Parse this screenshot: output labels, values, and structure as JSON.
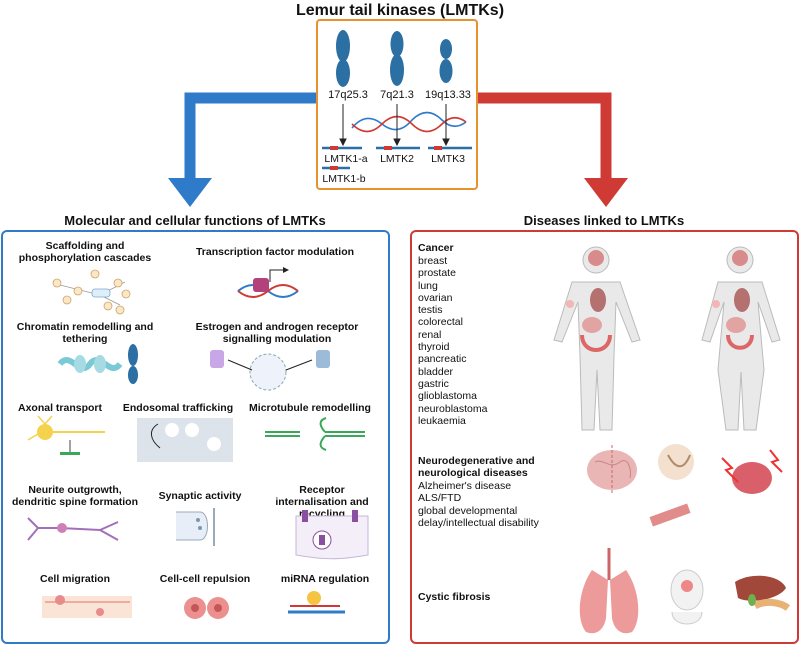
{
  "title": "Lemur tail kinases (LMTKs)",
  "chromosomes": [
    "17q25.3",
    "7q21.3",
    "19q13.33"
  ],
  "genes": [
    "LMTK1-a",
    "LMTK2",
    "LMTK3",
    "LMTK1-b"
  ],
  "left_panel": {
    "title": "Molecular and cellular functions of LMTKs",
    "functions": [
      "Scaffolding and phosphorylation cascades",
      "Transcription factor modulation",
      "Chromatin remodelling and tethering",
      "Estrogen and androgen receptor signalling modulation",
      "Axonal transport",
      "Endosomal trafficking",
      "Microtubule remodelling",
      "Neurite outgrowth, dendritic spine formation",
      "Synaptic activity",
      "Receptor internalisation and recycling",
      "Cell migration",
      "Cell-cell repulsion",
      "miRNA regulation"
    ]
  },
  "right_panel": {
    "title": "Diseases linked to LMTKs",
    "cancer": {
      "heading": "Cancer",
      "items": [
        "breast",
        "prostate",
        "lung",
        "ovarian",
        "testis",
        "colorectal",
        "renal",
        "thyroid",
        "pancreatic",
        "bladder",
        "gastric",
        "glioblastoma",
        "neuroblastoma",
        "leukaemia"
      ]
    },
    "neuro": {
      "heading": "Neurodegenerative and neurological diseases",
      "items": [
        "Alzheimer's disease",
        "ALS/FTD",
        "global developmental delay/intellectual disability"
      ]
    },
    "cf": {
      "heading": "Cystic fibrosis"
    }
  },
  "colors": {
    "blue": "#2f7bc9",
    "red": "#cf3b34",
    "orange": "#e8922f",
    "chromosome": "#2c6fa3"
  }
}
